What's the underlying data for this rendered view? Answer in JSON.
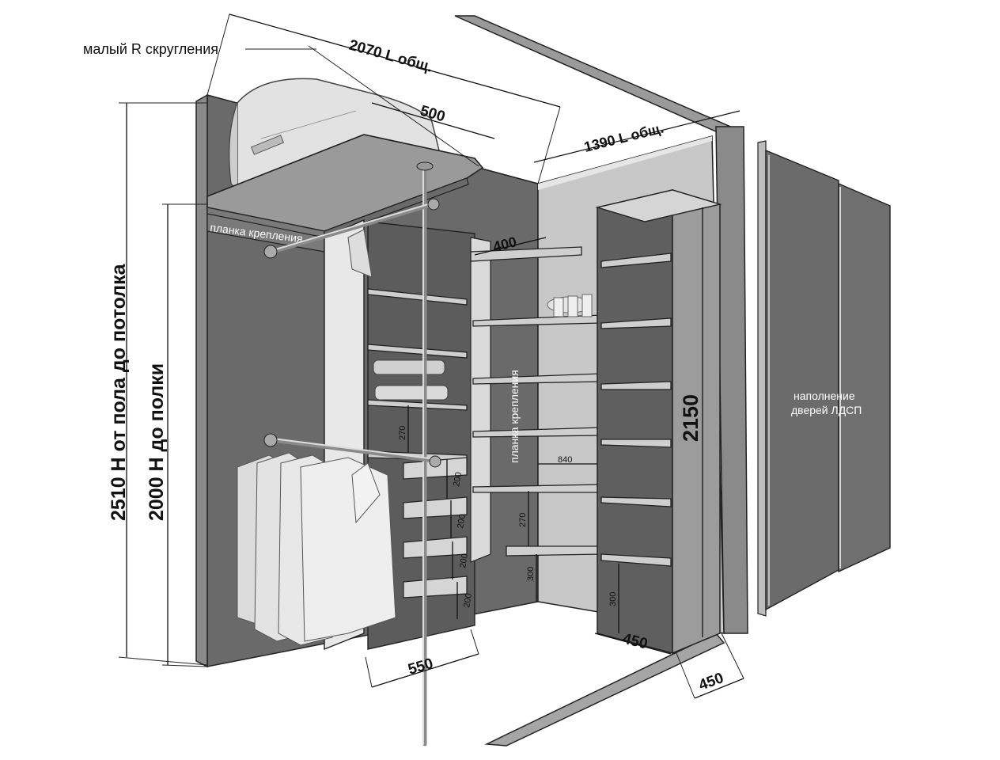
{
  "labels": {
    "radius_note": "малый R скругления",
    "total_length_left": "2070 L общ.",
    "total_length_right": "1390 L общ.",
    "upper_shelf_depth": "500",
    "mount_strip_top": "планка крепления",
    "mount_strip_middle": "планка крепления",
    "shelf_depth_400": "400",
    "height_floor_ceiling": "2510 Н от пола до потолка",
    "height_to_shelf": "2000 Н до полки",
    "cabinet_height": "2150",
    "door_fill_line1": "наполнение",
    "door_fill_line2": "дверей ЛДСП",
    "gap_270_left": "270",
    "drawer_200_1": "200",
    "drawer_200_2": "200",
    "drawer_200_3": "200",
    "drawer_200_4": "200",
    "shelf_840": "840",
    "gap_270_mid": "270",
    "gap_300_mid": "300",
    "gap_300_right": "300",
    "depth_550": "550",
    "depth_450_cabinet": "450",
    "depth_450_door": "450"
  },
  "colors": {
    "wall_dark": "#5e5e5e",
    "wall_mid": "#8f8f8f",
    "panel_light": "#d8d8d8",
    "shelf": "#cfcfcf",
    "door": "#6b6b6b"
  }
}
